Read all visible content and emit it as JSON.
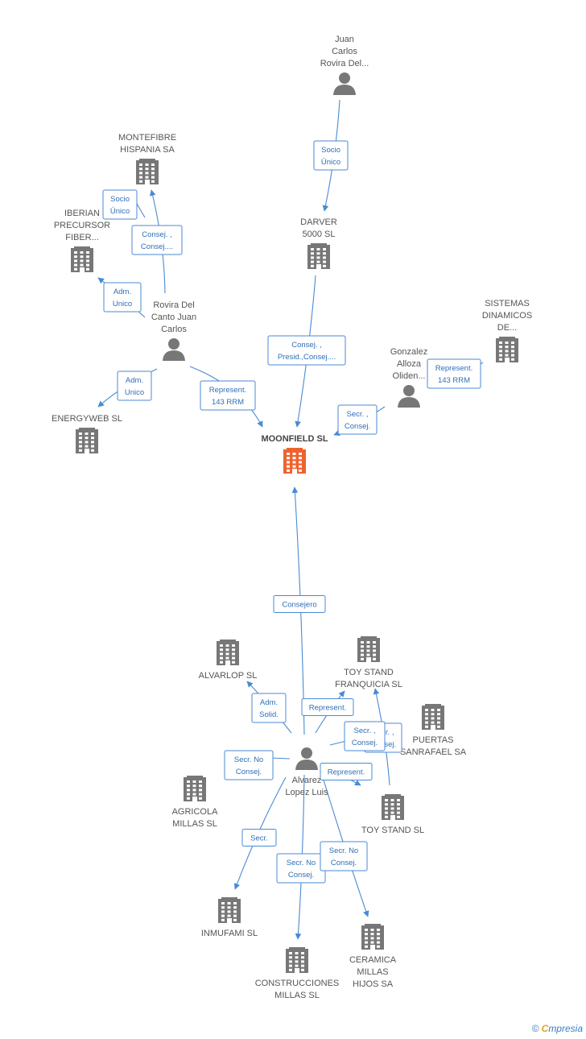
{
  "nodes": [
    {
      "id": "juan_carlos",
      "kind": "person",
      "label": [
        "Juan",
        "Carlos",
        "Rovira Del..."
      ]
    },
    {
      "id": "montefibre",
      "kind": "company",
      "label": [
        "MONTEFIBRE",
        "HISPANIA SA"
      ]
    },
    {
      "id": "iberian",
      "kind": "company",
      "label": [
        "IBERIAN",
        "PRECURSOR",
        "FIBER..."
      ]
    },
    {
      "id": "darver",
      "kind": "company",
      "label": [
        "DARVER",
        "5000 SL"
      ]
    },
    {
      "id": "sistemas",
      "kind": "company",
      "label": [
        "SISTEMAS",
        "DINAMICOS",
        "DE..."
      ]
    },
    {
      "id": "rovira",
      "kind": "person",
      "label": [
        "Rovira Del",
        "Canto Juan",
        "Carlos"
      ]
    },
    {
      "id": "gonzalez",
      "kind": "person",
      "label": [
        "Gonzalez",
        "Alloza",
        "Oliden..."
      ]
    },
    {
      "id": "energyweb",
      "kind": "company",
      "label": [
        "ENERGYWEB SL"
      ]
    },
    {
      "id": "moonfield",
      "kind": "company",
      "main": true,
      "label": [
        "MOONFIELD SL"
      ]
    },
    {
      "id": "alvarlop",
      "kind": "company",
      "label": [
        "ALVARLOP SL"
      ]
    },
    {
      "id": "toystand_fr",
      "kind": "company",
      "label": [
        "TOY STAND",
        "FRANQUICIA SL"
      ]
    },
    {
      "id": "puertas",
      "kind": "company",
      "label": [
        "PUERTAS",
        "SANRAFAEL SA"
      ]
    },
    {
      "id": "alvarez",
      "kind": "person",
      "label": [
        "Alvarez",
        "Lopez Luis"
      ]
    },
    {
      "id": "agricola",
      "kind": "company",
      "label": [
        "AGRICOLA",
        "MILLAS SL"
      ]
    },
    {
      "id": "toystand",
      "kind": "company",
      "label": [
        "TOY STAND SL"
      ]
    },
    {
      "id": "inmufami",
      "kind": "company",
      "label": [
        "INMUFAMI SL"
      ]
    },
    {
      "id": "construcciones",
      "kind": "company",
      "label": [
        "CONSTRUCCIONES",
        "MILLAS SL"
      ]
    },
    {
      "id": "ceramica",
      "kind": "company",
      "label": [
        "CERAMICA",
        "MILLAS",
        "HIJOS SA"
      ]
    }
  ],
  "edges": [
    {
      "from": "juan_carlos",
      "to": "darver",
      "label": [
        "Socio",
        "Único"
      ]
    },
    {
      "from": "rovira",
      "to": "montefibre",
      "label": [
        "Consej. ,",
        "Consej...."
      ]
    },
    {
      "from": "rovira",
      "to": "montefibre",
      "label": [
        "Socio",
        "Único"
      ]
    },
    {
      "from": "rovira",
      "to": "iberian",
      "label": [
        "Adm.",
        "Unico"
      ]
    },
    {
      "from": "rovira",
      "to": "energyweb",
      "label": [
        "Adm.",
        "Unico"
      ]
    },
    {
      "from": "rovira",
      "to": "moonfield",
      "label": [
        "Represent.",
        "143 RRM"
      ]
    },
    {
      "from": "darver",
      "to": "moonfield",
      "label": [
        "Consej. ,",
        "Presid.,Consej...."
      ]
    },
    {
      "from": "gonzalez",
      "to": "sistemas",
      "label": [
        "Represent.",
        "143 RRM"
      ]
    },
    {
      "from": "gonzalez",
      "to": "moonfield",
      "label": [
        "Secr. ,",
        "Consej."
      ]
    },
    {
      "from": "alvarez",
      "to": "moonfield",
      "label": [
        "Consejero"
      ]
    },
    {
      "from": "alvarez",
      "to": "alvarlop",
      "label": [
        "Adm.",
        "Solid."
      ]
    },
    {
      "from": "alvarez",
      "to": "toystand_fr",
      "label": [
        "Represent."
      ]
    },
    {
      "from": "toystand",
      "to": "toystand_fr",
      "label": [
        "Secr. ,",
        "Consej."
      ]
    },
    {
      "from": "alvarez",
      "to": "puertas",
      "label": [
        "Secr. ,",
        "Consej."
      ]
    },
    {
      "from": "alvarez",
      "to": "agricola",
      "label": [
        "Secr. No",
        "Consej."
      ]
    },
    {
      "from": "alvarez",
      "to": "toystand",
      "label": [
        "Represent."
      ]
    },
    {
      "from": "alvarez",
      "to": "inmufami",
      "label": [
        "Secr."
      ]
    },
    {
      "from": "alvarez",
      "to": "construcciones",
      "label": [
        "Secr. No",
        "Consej."
      ]
    },
    {
      "from": "alvarez",
      "to": "ceramica",
      "label": [
        "Secr. No",
        "Consej."
      ]
    }
  ],
  "footer": {
    "copyright": "©",
    "brand_initial": "C",
    "brand_rest": "mpresia"
  },
  "colors": {
    "edge": "#4a8ad4",
    "node": "#777777",
    "main_node": "#f0622d"
  }
}
